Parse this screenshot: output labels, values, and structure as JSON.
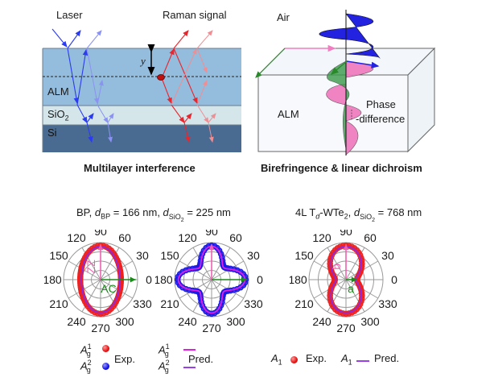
{
  "panel_a": {
    "labels": {
      "laser": "Laser",
      "raman": "Raman signal",
      "y": "y",
      "alm": "ALM",
      "sio2_base": "SiO",
      "sio2_sub": "2",
      "si": "Si"
    },
    "caption": "Multilayer interference",
    "colors": {
      "alm": "#94bcdc",
      "sio2": "#d4e6ea",
      "si": "#4a6b91",
      "laser": "#2b3cf0",
      "raman": "#e8262e"
    }
  },
  "panel_b": {
    "labels": {
      "air": "Air",
      "alm": "ALM",
      "phase_line1": "Phase",
      "phase_line2": "-difference"
    },
    "caption": "Birefringence & linear dichroism",
    "colors": {
      "blue_wave": "#2222e0",
      "pink_wave": "#f07ec0",
      "green_wave": "#3a9a4a"
    }
  },
  "polar_titles": {
    "bp": {
      "prefix": "BP, ",
      "d1": "d",
      "d1_sub": "BP",
      "mid": " = 166 nm, ",
      "d2": "d",
      "d2_sub": "SiO",
      "d2_subsub": "2",
      "suffix": " = 225 nm"
    },
    "wte2": {
      "prefix": "4L T",
      "td_sub": "d",
      "mid": "-WTe",
      "te_sub": "2",
      "sep": ", ",
      "d": "d",
      "d_sub": "SiO",
      "d_subsub": "2",
      "suffix": " = 768 nm"
    }
  },
  "chart_data": [
    {
      "type": "polar",
      "title": "BP, d_BP = 166 nm, d_SiO2 = 225 nm",
      "mode": "A_g^1",
      "angle_ticks": [
        "0",
        "30",
        "60",
        "90",
        "120",
        "150",
        "180",
        "210",
        "240",
        "270",
        "300",
        "330"
      ],
      "axis_annotations": [
        {
          "label": "ZZ",
          "angle": 90,
          "color": "#f060b0"
        },
        {
          "label": "AC",
          "angle": 0,
          "color": "#1a8a1a"
        }
      ],
      "series": [
        {
          "name": "A_g^1 Exp.",
          "kind": "points",
          "color": "#ee2020",
          "model": "ellipse",
          "a": 0.55,
          "b": 0.92
        },
        {
          "name": "A_g^1 Pred.",
          "kind": "line",
          "color": "#8a2be2",
          "model": "ellipse",
          "a": 0.52,
          "b": 0.89
        }
      ]
    },
    {
      "type": "polar",
      "title": "BP, d_BP = 166 nm, d_SiO2 = 225 nm",
      "mode": "A_g^2",
      "angle_ticks": [
        "0",
        "30",
        "60",
        "90",
        "120",
        "150",
        "180",
        "210",
        "240",
        "270",
        "300",
        "330"
      ],
      "axis_annotations": [
        {
          "label": "",
          "angle": 90,
          "color": "#f060b0"
        },
        {
          "label": "",
          "angle": 0,
          "color": "#1a8a1a"
        }
      ],
      "series": [
        {
          "name": "A_g^2 Exp.",
          "kind": "points",
          "color": "#1a1ae6",
          "model": "clover",
          "base": 0.7,
          "amp": 0.22
        },
        {
          "name": "A_g^2 Pred.",
          "kind": "line",
          "color": "#e020e0",
          "model": "clover",
          "base": 0.68,
          "amp": 0.22
        }
      ]
    },
    {
      "type": "polar",
      "title": "4L Td-WTe2, d_SiO2 = 768 nm",
      "mode": "A_1",
      "angle_ticks": [
        "0",
        "30",
        "60",
        "90",
        "120",
        "150",
        "180",
        "210",
        "240",
        "270",
        "300",
        "330"
      ],
      "axis_annotations": [
        {
          "label": "b",
          "angle": 90,
          "color": "#f060b0"
        },
        {
          "label": "a",
          "angle": 0,
          "color": "#1a8a1a"
        }
      ],
      "series": [
        {
          "name": "A_1 Exp.",
          "kind": "points",
          "color": "#ee2020",
          "model": "peanut",
          "a": 0.3,
          "b": 0.92
        },
        {
          "name": "A_1 Pred.",
          "kind": "line",
          "color": "#8a2be2",
          "model": "peanut",
          "a": 0.27,
          "b": 0.89
        }
      ]
    }
  ],
  "legend": {
    "ag1": "A",
    "ag_sub": "g",
    "sup1": "1",
    "sup2": "2",
    "exp": "Exp.",
    "pred": "Pred.",
    "a1": "A",
    "a1_sub": "1"
  }
}
